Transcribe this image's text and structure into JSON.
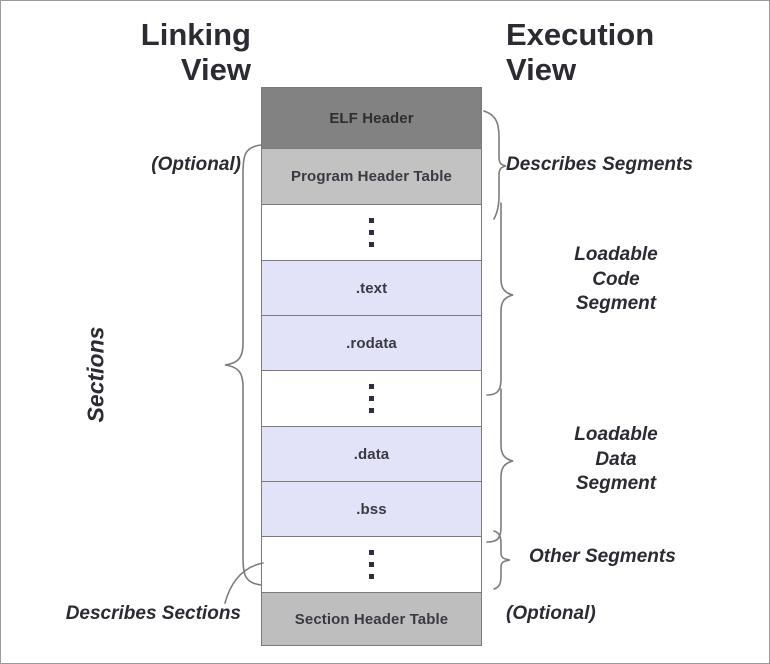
{
  "diagram": {
    "title_left": "Linking\nView",
    "title_right": "Execution\nView",
    "colors": {
      "elf_header": "#828282",
      "program_header_table": "#C2C2C2",
      "section": "#E2E2F8",
      "section_header_table": "#BEBEBE",
      "gap": "#FFFFFF",
      "border": "#7B7B7B",
      "text": "#2B2B33",
      "brace": "#7C7C7C"
    }
  },
  "file_layout": {
    "rows": [
      {
        "label": "ELF Header",
        "kind": "header",
        "id": "elf-header"
      },
      {
        "label": "Program Header Table",
        "kind": "header",
        "id": "program-header-table"
      },
      {
        "label": "⋮",
        "kind": "gap",
        "id": "gap-1"
      },
      {
        "label": ".text",
        "kind": "section",
        "id": "section-text"
      },
      {
        "label": ".rodata",
        "kind": "section",
        "id": "section-rodata"
      },
      {
        "label": "⋮",
        "kind": "gap",
        "id": "gap-2"
      },
      {
        "label": ".data",
        "kind": "section",
        "id": "section-data"
      },
      {
        "label": ".bss",
        "kind": "section",
        "id": "section-bss"
      },
      {
        "label": "⋮",
        "kind": "gap",
        "id": "gap-3"
      },
      {
        "label": "Section Header Table",
        "kind": "header",
        "id": "section-header-table"
      }
    ]
  },
  "annotations": {
    "left": {
      "optional_top": "(Optional)",
      "sections_brace_label": "Sections",
      "describes_sections": "Describes Sections"
    },
    "right": {
      "describes_segments": "Describes Segments",
      "loadable_code_segment": "Loadable\nCode\nSegment",
      "loadable_data_segment": "Loadable\nData\nSegment",
      "other_segments": "Other Segments",
      "optional_bottom": "(Optional)"
    }
  }
}
